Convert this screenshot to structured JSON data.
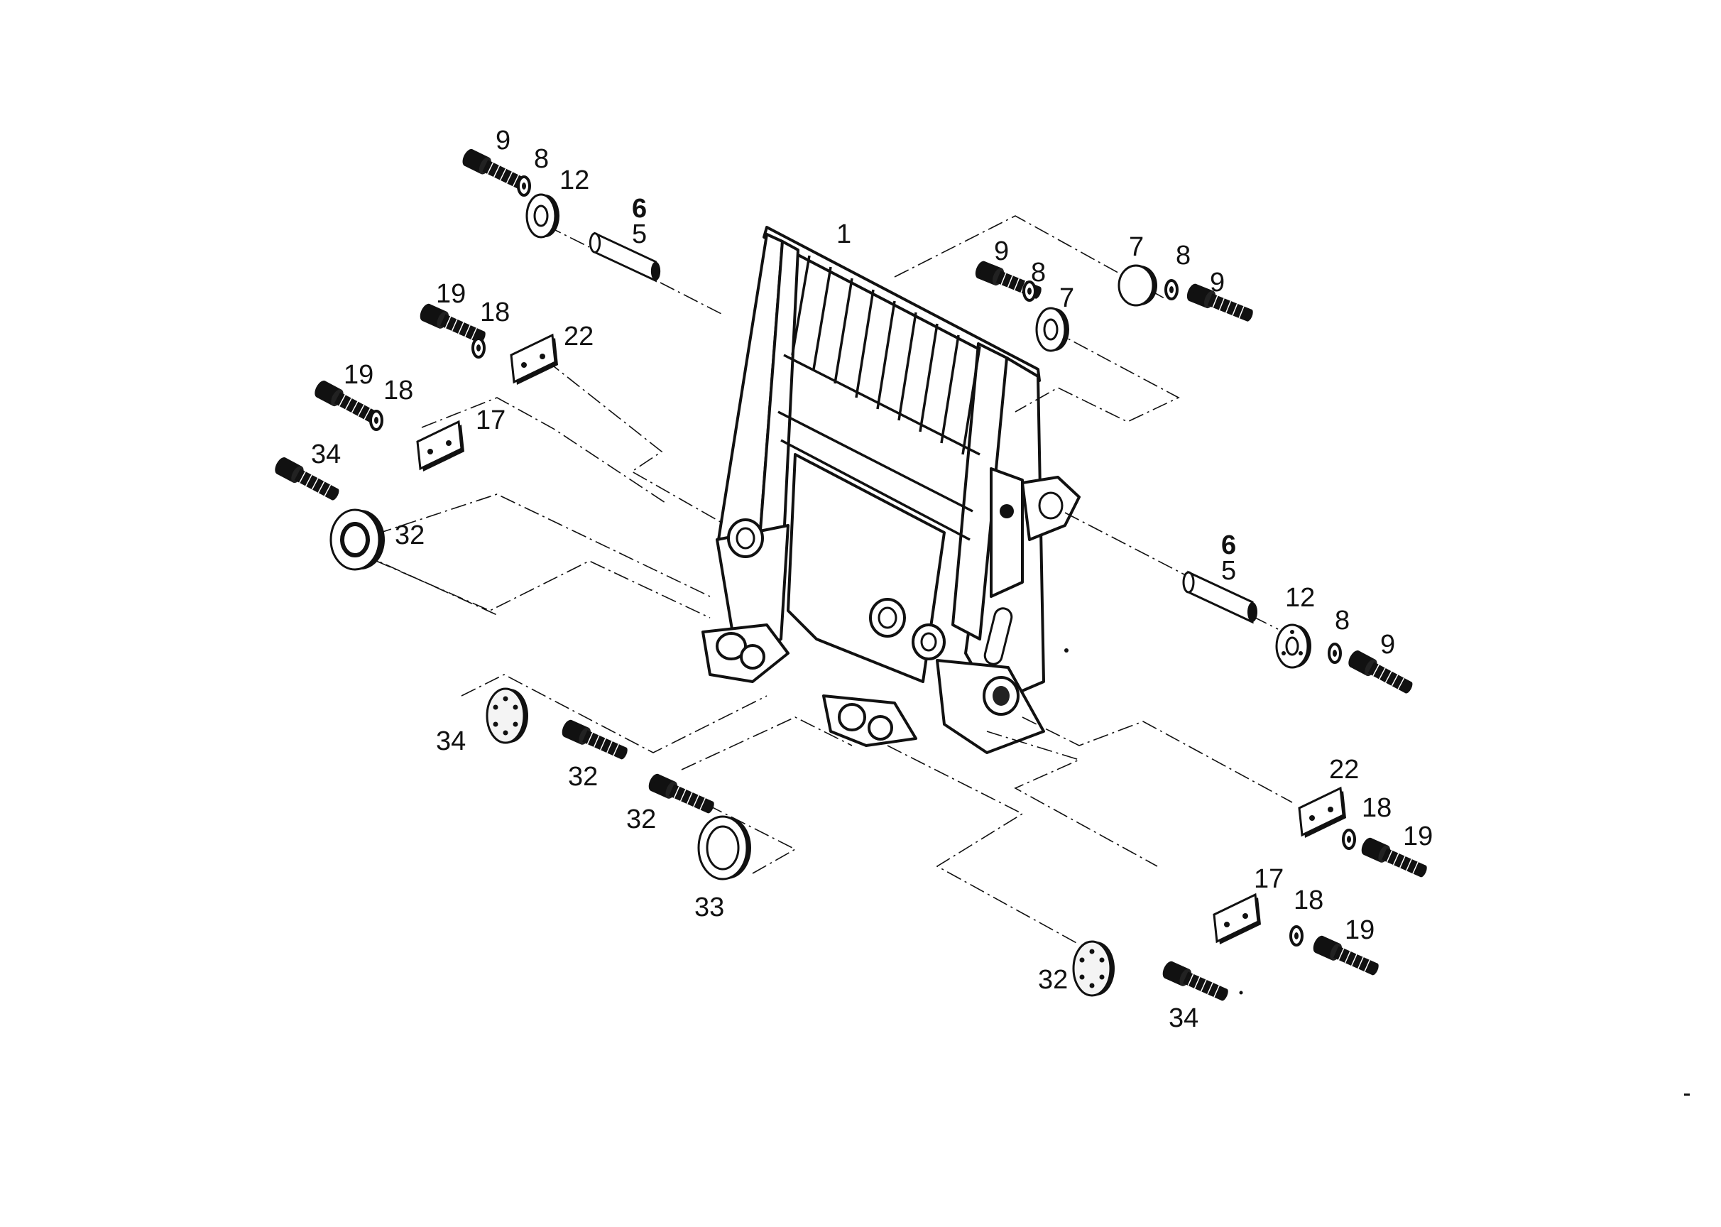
{
  "diagram": {
    "type": "exploded-parts-drawing",
    "labels": [
      {
        "id": "frame",
        "text": "1"
      },
      {
        "id": "tl-bolt",
        "text": "9"
      },
      {
        "id": "tl-washer",
        "text": "8"
      },
      {
        "id": "tl-disc",
        "text": "12"
      },
      {
        "id": "tl-pin-a",
        "text": "6"
      },
      {
        "id": "tl-pin-b",
        "text": "5"
      },
      {
        "id": "tc-bolt",
        "text": "9"
      },
      {
        "id": "tc-washer",
        "text": "8"
      },
      {
        "id": "tc-disc",
        "text": "7"
      },
      {
        "id": "tr-disc",
        "text": "7"
      },
      {
        "id": "tr-washer",
        "text": "8"
      },
      {
        "id": "tr-bolt",
        "text": "9"
      },
      {
        "id": "l1-bolt",
        "text": "19"
      },
      {
        "id": "l1-washer",
        "text": "18"
      },
      {
        "id": "l1-plate",
        "text": "22"
      },
      {
        "id": "l2-bolt",
        "text": "19"
      },
      {
        "id": "l2-washer",
        "text": "18"
      },
      {
        "id": "l2-plate",
        "text": "17"
      },
      {
        "id": "l3-bolt",
        "text": "34"
      },
      {
        "id": "l3-disc",
        "text": "32"
      },
      {
        "id": "r-pin-a",
        "text": "6"
      },
      {
        "id": "r-pin-b",
        "text": "5"
      },
      {
        "id": "r-disc",
        "text": "12"
      },
      {
        "id": "r-washer",
        "text": "8"
      },
      {
        "id": "r-bolt",
        "text": "9"
      },
      {
        "id": "bl-cap",
        "text": "34"
      },
      {
        "id": "bl-bolt",
        "text": "32"
      },
      {
        "id": "bc-bolt",
        "text": "32"
      },
      {
        "id": "bc-ring",
        "text": "33"
      },
      {
        "id": "br1-plate",
        "text": "22"
      },
      {
        "id": "br1-washer",
        "text": "18"
      },
      {
        "id": "br1-bolt",
        "text": "19"
      },
      {
        "id": "br2-plate",
        "text": "17"
      },
      {
        "id": "br2-washer",
        "text": "18"
      },
      {
        "id": "br2-bolt",
        "text": "19"
      },
      {
        "id": "br3-cap",
        "text": "32"
      },
      {
        "id": "br3-bolt",
        "text": "34"
      }
    ]
  }
}
